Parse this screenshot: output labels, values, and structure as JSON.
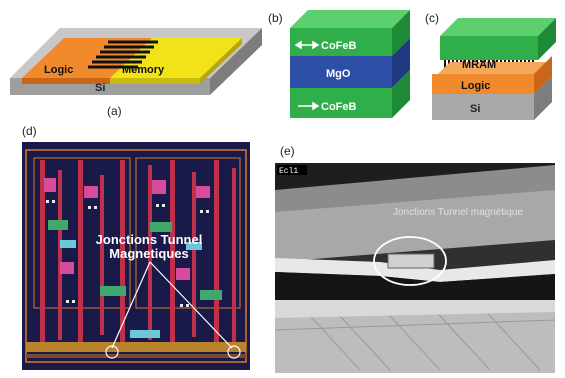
{
  "panels": {
    "a": {
      "label": "(a)",
      "logic": "Logic",
      "memory": "Memory",
      "substrate": "Si"
    },
    "b": {
      "label": "(b)",
      "top_layer": "CoFeB",
      "middle_layer": "MgO",
      "bottom_layer": "CoFeB"
    },
    "c": {
      "label": "(c)",
      "top_layer": "MRAM",
      "middle_layer": "Logic",
      "substrate": "Si"
    },
    "d": {
      "label": "(d)",
      "annotation_line1": "Jonctions Tunnel",
      "annotation_line2": "Magnetiques"
    },
    "e": {
      "label": "(e)",
      "annotation": "Jonctions Tunnel magnétique",
      "tag": "Ecl1"
    }
  },
  "colors": {
    "logic_orange": "#f08a2c",
    "memory_yellow": "#f2e218",
    "mtj_green": "#2fae4a",
    "mgo_blue": "#2d4fa8",
    "substrate_gray": "#a9a9a9",
    "layout_bg": "#1a1a4a"
  }
}
